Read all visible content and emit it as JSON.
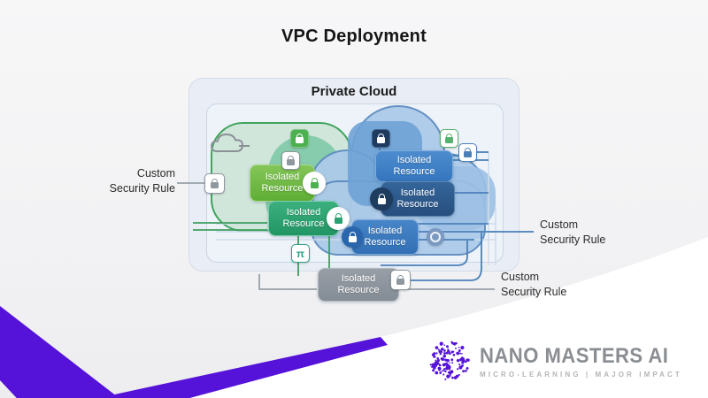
{
  "slide": {
    "title": "VPC Deployment"
  },
  "diagram": {
    "container_title": "Private Cloud",
    "nodes": [
      {
        "id": "green",
        "line1": "Isolated",
        "line2": "Resource",
        "color": "#69b93e"
      },
      {
        "id": "teal",
        "line1": "Isolated",
        "line2": "Resource",
        "color": "#2aa173"
      },
      {
        "id": "blue-top",
        "line1": "Isolated",
        "line2": "Resource",
        "color": "#3c80c6"
      },
      {
        "id": "navy",
        "line1": "Isolated",
        "line2": "Resource",
        "color": "#2d5c8e"
      },
      {
        "id": "blue-bottom",
        "line1": "Isolated",
        "line2": "Resource",
        "color": "#3c7fc4"
      },
      {
        "id": "gray",
        "line1": "Isolated",
        "line2": "Resource",
        "color": "#8e969e"
      }
    ],
    "security_labels": [
      {
        "position": "left",
        "line1": "Custom",
        "line2": "Security Rule"
      },
      {
        "position": "right",
        "line1": "Custom",
        "line2": "Security Rule"
      },
      {
        "position": "bottom",
        "line1": "Custom",
        "line2": "Security Rule"
      }
    ],
    "wire_colors": {
      "green": "#3f9e5f",
      "blue": "#4a80b8",
      "gray": "#98a0a8",
      "light": "#cfdbe9"
    }
  },
  "branding": {
    "name": "NANO MASTERS AI",
    "tagline": "MICRO-LEARNING  |  MAJOR IMPACT",
    "accent_purple": "#5512d8",
    "name_color": "#8a8e92"
  }
}
